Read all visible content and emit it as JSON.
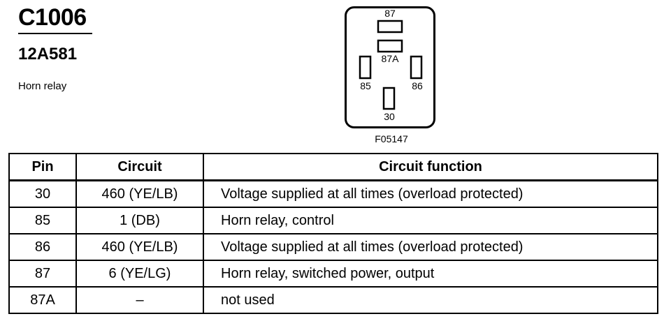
{
  "header": {
    "connector_id": "C1006",
    "part_number": "12A581",
    "description": "Horn relay"
  },
  "diagram": {
    "figure_id": "F05147",
    "terminals": {
      "t87": "87",
      "t87a": "87A",
      "t85": "85",
      "t86": "86",
      "t30": "30"
    }
  },
  "table": {
    "headers": {
      "pin": "Pin",
      "circuit": "Circuit",
      "function": "Circuit function"
    },
    "rows": [
      {
        "pin": "30",
        "circuit": "460 (YE/LB)",
        "function": "Voltage supplied at all times (overload protected)"
      },
      {
        "pin": "85",
        "circuit": "1 (DB)",
        "function": "Horn relay, control"
      },
      {
        "pin": "86",
        "circuit": "460 (YE/LB)",
        "function": "Voltage supplied at all times (overload protected)"
      },
      {
        "pin": "87",
        "circuit": "6 (YE/LG)",
        "function": "Horn relay, switched power, output"
      },
      {
        "pin": "87A",
        "circuit": "–",
        "function": "not used"
      }
    ]
  }
}
